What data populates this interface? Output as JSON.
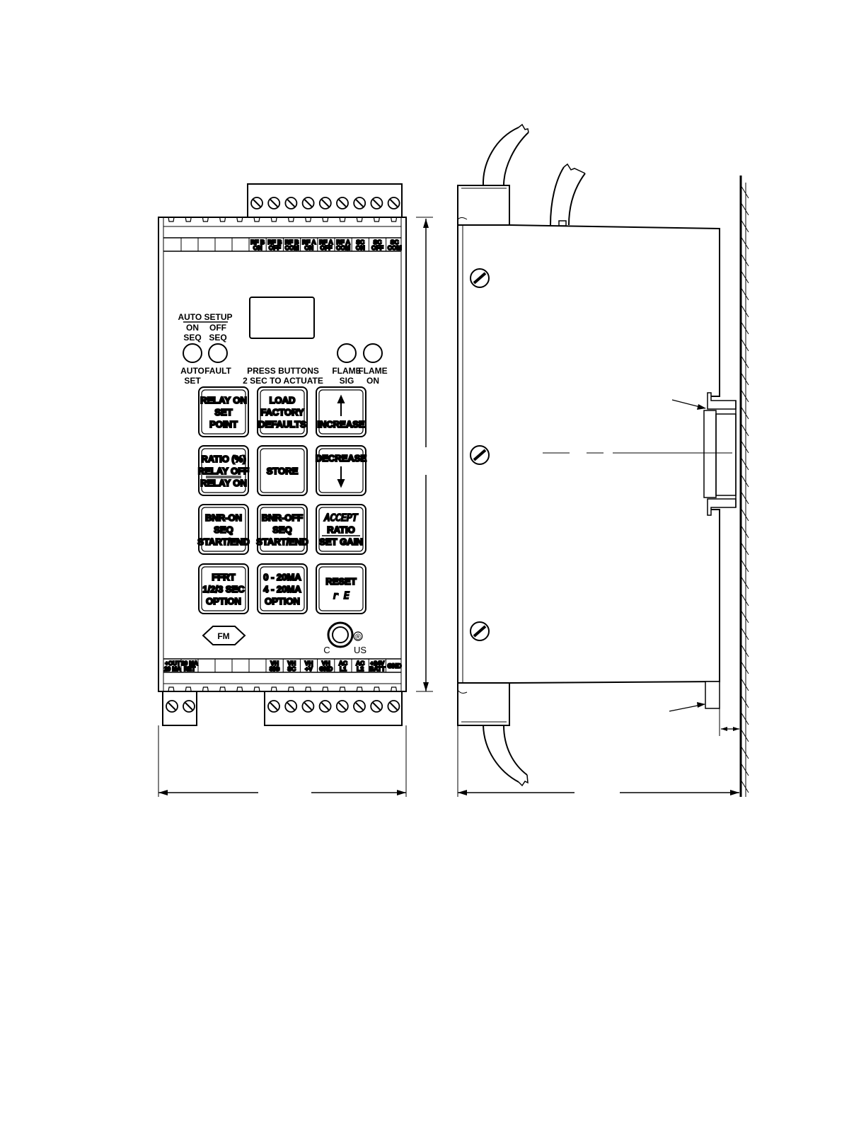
{
  "top_terminal_labels": [
    [
      "RF B",
      "ON"
    ],
    [
      "RF B",
      "OFF"
    ],
    [
      "RF B",
      "COM"
    ],
    [
      "RF A",
      "ON"
    ],
    [
      "RF A",
      "OFF"
    ],
    [
      "RF A",
      "COM"
    ],
    [
      "SC",
      "ON"
    ],
    [
      "SC",
      "OFF"
    ],
    [
      "SC",
      "COM"
    ]
  ],
  "bottom_terminal_labels_left": [
    [
      "+OUT",
      "20 MA"
    ],
    [
      "20 MA",
      "RET"
    ]
  ],
  "bottom_terminal_labels_right": [
    [
      "VH",
      "SIG"
    ],
    [
      "VH",
      "SC"
    ],
    [
      "VH",
      "+V"
    ],
    [
      "VH",
      "GND"
    ],
    [
      "AC",
      "L1"
    ],
    [
      "AC",
      "L2"
    ],
    [
      "+24V",
      "BATT"
    ],
    [
      "GND",
      ""
    ]
  ],
  "auto_setup": {
    "title": "AUTO SETUP",
    "on_seq": [
      "ON",
      "SEQ"
    ],
    "off_seq": [
      "OFF",
      "SEQ"
    ]
  },
  "indicators": {
    "auto_set": [
      "AUTO",
      "SET"
    ],
    "fault": [
      "FAULT"
    ],
    "flame_sig": [
      "FLAME",
      "SIG"
    ],
    "flame_on": [
      "FLAME",
      "ON"
    ]
  },
  "press_instruction": [
    "PRESS BUTTONS",
    "2 SEC TO ACTUATE"
  ],
  "keypad": [
    {
      "name": "relay-on-set-point-button",
      "lines": [
        "RELAY  ON",
        "SET",
        "POINT"
      ]
    },
    {
      "name": "load-factory-defaults-button",
      "lines": [
        "LOAD",
        "FACTORY",
        "DEFAULTS"
      ]
    },
    {
      "name": "increase-button",
      "lines": [
        "",
        "",
        "INCREASE"
      ],
      "arrow": "up"
    },
    {
      "name": "ratio-button",
      "lines": [
        "RATIO (%)",
        "RELAY OFF",
        "RELAY ON"
      ]
    },
    {
      "name": "store-button",
      "lines": [
        "STORE"
      ]
    },
    {
      "name": "decrease-button",
      "lines": [
        "DECREASE"
      ],
      "arrow": "down"
    },
    {
      "name": "bnr-on-seq-button",
      "lines": [
        "BNR-ON",
        "SEQ",
        "START/END"
      ]
    },
    {
      "name": "bnr-off-seq-button",
      "lines": [
        "BNR-OFF",
        "SEQ",
        "START/END"
      ]
    },
    {
      "name": "accept-ratio-button",
      "lines": [
        "ACCEPT",
        "RATIO",
        "SET GAIN"
      ]
    },
    {
      "name": "ffrt-option-button",
      "lines": [
        "FFRT",
        "1/2/3 SEC",
        "OPTION"
      ]
    },
    {
      "name": "ma-option-button",
      "lines": [
        "0 - 20MA",
        "4 - 20MA",
        "OPTION"
      ]
    },
    {
      "name": "reset-button",
      "lines": [
        "RESET",
        "r E"
      ]
    }
  ],
  "approvals": {
    "fm": "FM",
    "csa_c": "C",
    "csa_us": "US",
    "registered": "®"
  },
  "colors": {
    "ink": "#000000",
    "paper": "#ffffff"
  }
}
